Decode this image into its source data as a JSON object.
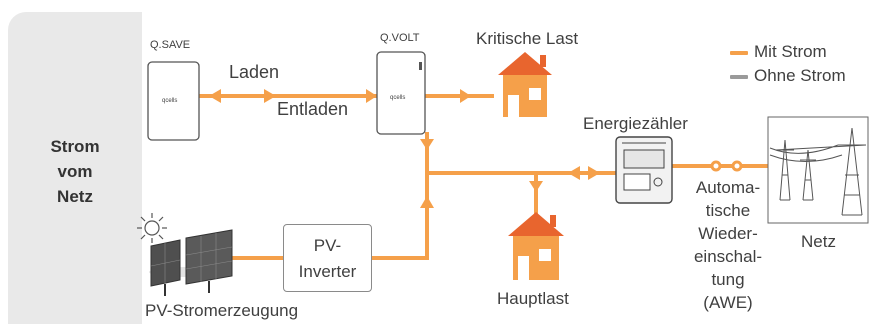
{
  "section": {
    "label_lines": [
      "Strom",
      "vom",
      "Netz"
    ]
  },
  "devices": {
    "qsave": {
      "label": "Q.SAVE",
      "logo": "qcells"
    },
    "qvolt": {
      "label": "Q.VOLT",
      "logo": "qcells"
    }
  },
  "flows": {
    "charge": "Laden",
    "discharge": "Entladen"
  },
  "loads": {
    "critical": "Kritische Last",
    "main": "Hauptlast"
  },
  "meter": {
    "label": "Energiezähler"
  },
  "grid": {
    "label": "Netz"
  },
  "awe": {
    "lines": [
      "Automa-",
      "tische",
      "Wieder-",
      "einschal-",
      "tung",
      "(AWE)"
    ]
  },
  "pv": {
    "inverter_lines": [
      "PV-",
      "Inverter"
    ],
    "generation": "PV-Stromerzeugung"
  },
  "legend": [
    {
      "label": "Mit Strom",
      "color": "#f5a04a"
    },
    {
      "label": "Ohne Strom",
      "color": "#9a9a9a"
    }
  ],
  "colors": {
    "power_line": "#f5a04a",
    "house_roof": "#e8652e",
    "house_body": "#f5a04a",
    "panel_bg": "#e9e9e9"
  }
}
